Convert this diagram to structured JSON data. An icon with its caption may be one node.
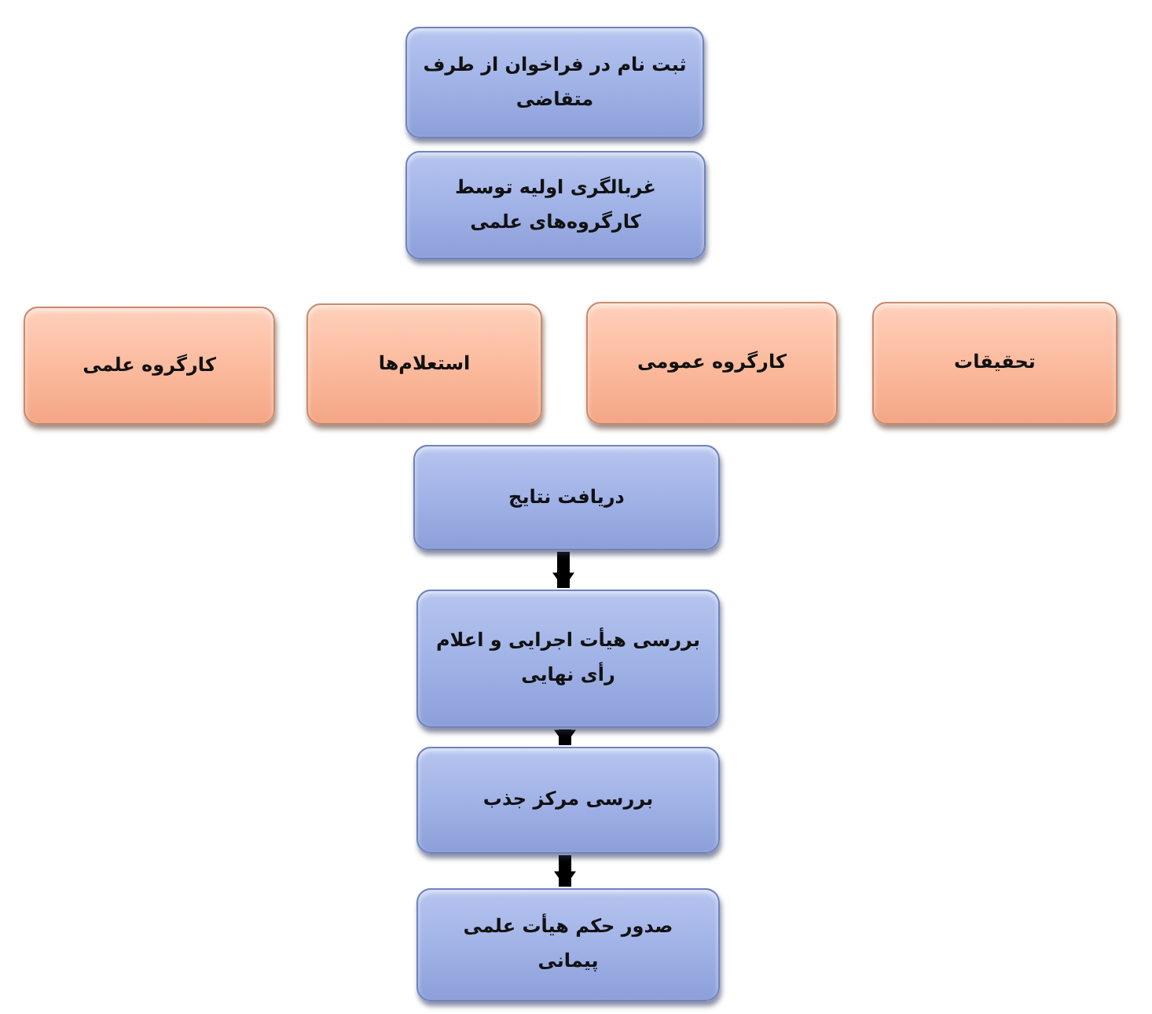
{
  "diagram": {
    "nodes": [
      {
        "text": [
          "ثبت نام در فراخوان از طرف متقاضی"
        ]
      },
      {
        "text": [
          "غربالگری اولیه توسط کارگروه‌های علمی"
        ]
      },
      {
        "text": [
          "تحقیقات"
        ]
      },
      {
        "text": [
          "کارگروه عمومی"
        ]
      },
      {
        "text": [
          "استعلام‌ها"
        ]
      },
      {
        "text": [
          "کارگروه علمی"
        ]
      },
      {
        "text": [
          "دریافت نتایج"
        ]
      },
      {
        "text": [
          "بررسی هیأت اجرایی و اعلام رأی نهایی"
        ]
      },
      {
        "text": [
          "بررسی مرکز جذب"
        ]
      },
      {
        "text": [
          "صدور حکم هیأت علمی پیمانی"
        ]
      }
    ],
    "edges": [
      {
        "from": 6,
        "to": 7,
        "arrow": "to"
      },
      {
        "from": 7,
        "to": 8,
        "arrow": "to"
      },
      {
        "from": 8,
        "to": 9,
        "arrow": "to"
      }
    ]
  }
}
